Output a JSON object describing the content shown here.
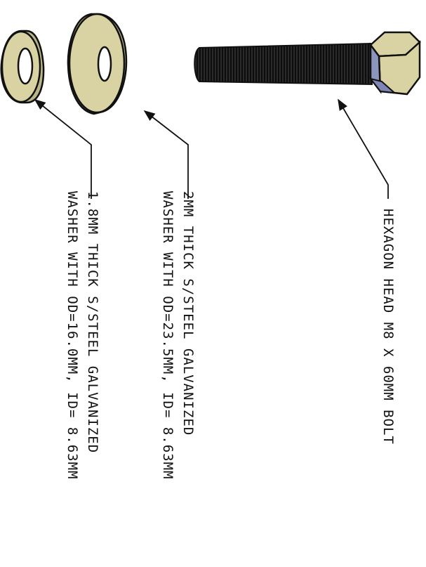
{
  "labels": {
    "bolt": "HEXAGON HEAD M8 X 60MM BOLT",
    "washer_large_line1": "2MM THICK S/STEEL GALVANIZED",
    "washer_large_line2": "WASHER WITH OD=23.5MM, ID= 8.63MM",
    "washer_small_line1": "1.8MM THICK S/STEEL GALVANIZED",
    "washer_small_line2": "WASHER WITH OD=16.0MM, ID= 8.63MM"
  },
  "colors": {
    "metal_face": "#d9d3a3",
    "metal_side": "#b9b38a",
    "bolt_side": "#7d86b5",
    "thread": "#1e1e1e",
    "line": "#111111"
  }
}
